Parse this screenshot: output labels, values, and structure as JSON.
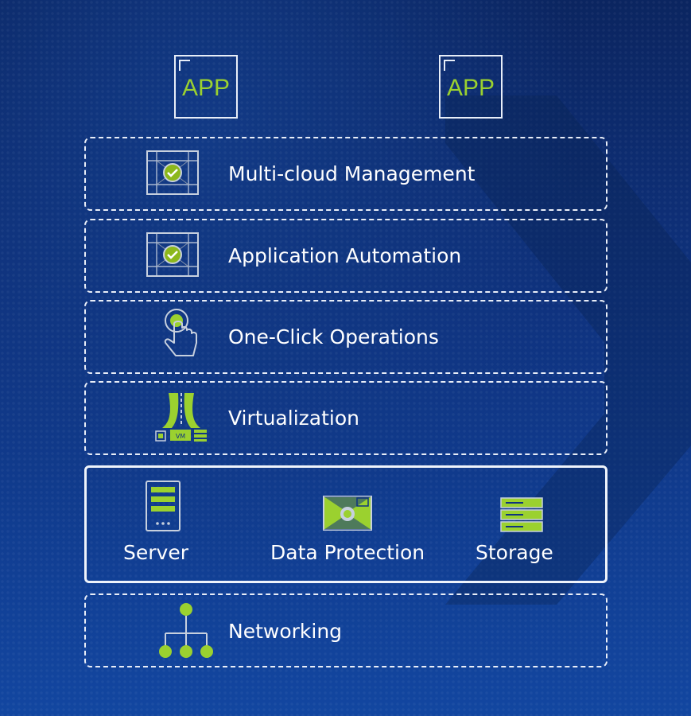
{
  "apps": [
    {
      "label": "APP"
    },
    {
      "label": "APP"
    }
  ],
  "layers": [
    {
      "label": "Multi-cloud Management",
      "icon": "management-blueprint-icon"
    },
    {
      "label": "Application Automation",
      "icon": "automation-blueprint-icon"
    },
    {
      "label": "One-Click Operations",
      "icon": "click-hand-icon"
    },
    {
      "label": "Virtualization",
      "icon": "virtualization-vm-icon"
    }
  ],
  "infrastructure": {
    "items": [
      {
        "label": "Server",
        "icon": "server-icon"
      },
      {
        "label": "Data Protection",
        "icon": "data-protection-icon"
      },
      {
        "label": "Storage",
        "icon": "storage-icon"
      }
    ]
  },
  "networking": {
    "label": "Networking",
    "icon": "network-tree-icon"
  },
  "colors": {
    "accent": "#9bd12f",
    "line": "#e9eef8",
    "background": "#0f3380"
  }
}
